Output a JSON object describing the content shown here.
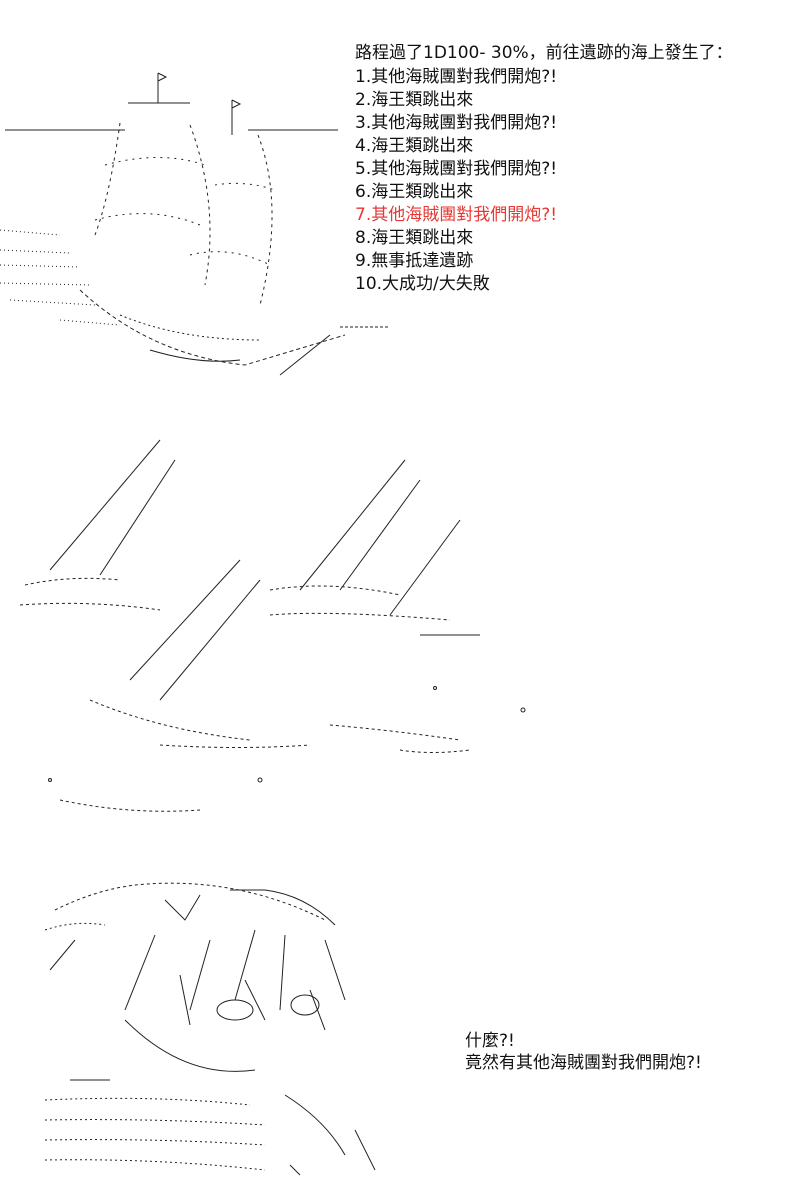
{
  "events": {
    "heading": "路程過了1D100- 30%，前往遺跡的海上發生了：",
    "items": [
      "1.其他海賊團對我們開炮?!",
      "2.海王類跳出來",
      "3.其他海賊團對我們開炮?!",
      "4.海王類跳出來",
      "5.其他海賊團對我們開炮?!",
      "6.海王類跳出來",
      "7.其他海賊團對我們開炮?!",
      "8.海王類跳出來",
      "9.無事抵達遺跡",
      "10.大成功/大失敗"
    ],
    "selected_index": 6,
    "selected_color": "#e53935"
  },
  "reaction": {
    "line1": "什麼?!",
    "line2": "竟然有其他海賊團對我們開炮?!"
  }
}
